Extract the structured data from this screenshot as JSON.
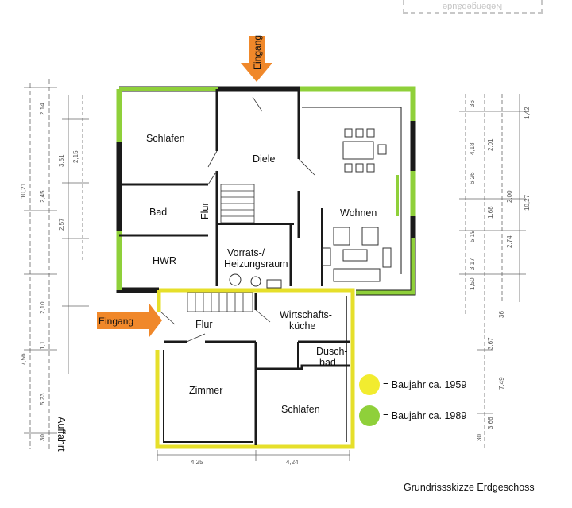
{
  "stamp": "Nebengebäude",
  "entrances": {
    "top": "Eingang",
    "left": "Eingang"
  },
  "rooms": {
    "schlafen_top": "Schlafen",
    "diele": "Diele",
    "bad": "Bad",
    "flur_vertical": "Flur",
    "wohnen": "Wohnen",
    "hwr": "HWR",
    "vorrats_1": "Vorrats-/",
    "vorrats_2": "Heizungsraum",
    "flur_lower": "Flur",
    "wirtschafts_1": "Wirtschafts-",
    "wirtschafts_2": "küche",
    "dusch_1": "Dusch-",
    "dusch_2": "bad",
    "zimmer": "Zimmer",
    "schlafen_bottom": "Schlafen"
  },
  "legend": [
    {
      "label": "= Baujahr ca. 1959",
      "color": "#f2ec2f"
    },
    {
      "label": "= Baujahr ca. 1989",
      "color": "#8fd03a"
    }
  ],
  "side_label": "Auffahrt",
  "caption": "Grundrissskizze Erdgeschoss",
  "colors": {
    "wall": "#1a1a1a",
    "yellow_wall": "#e6df2a",
    "green_wall": "#8fd03a",
    "arrow": "#f0882a"
  },
  "dimensions": {
    "left": [
      "7,56",
      "10,21",
      "2,14",
      "2,45",
      "2,57",
      "3,51",
      "2,15",
      "5,23",
      "2,10",
      "1,1",
      "30"
    ],
    "right": [
      "36",
      "4,18",
      "6,26",
      "5,19",
      "3,17",
      "1,50",
      "36",
      "3,67",
      "7,49",
      "3,66",
      "30",
      "2,01",
      "2,74",
      "1,42",
      "10,27",
      "1,68",
      "2,00"
    ],
    "bottom": [
      "4,25",
      "4,24"
    ]
  }
}
